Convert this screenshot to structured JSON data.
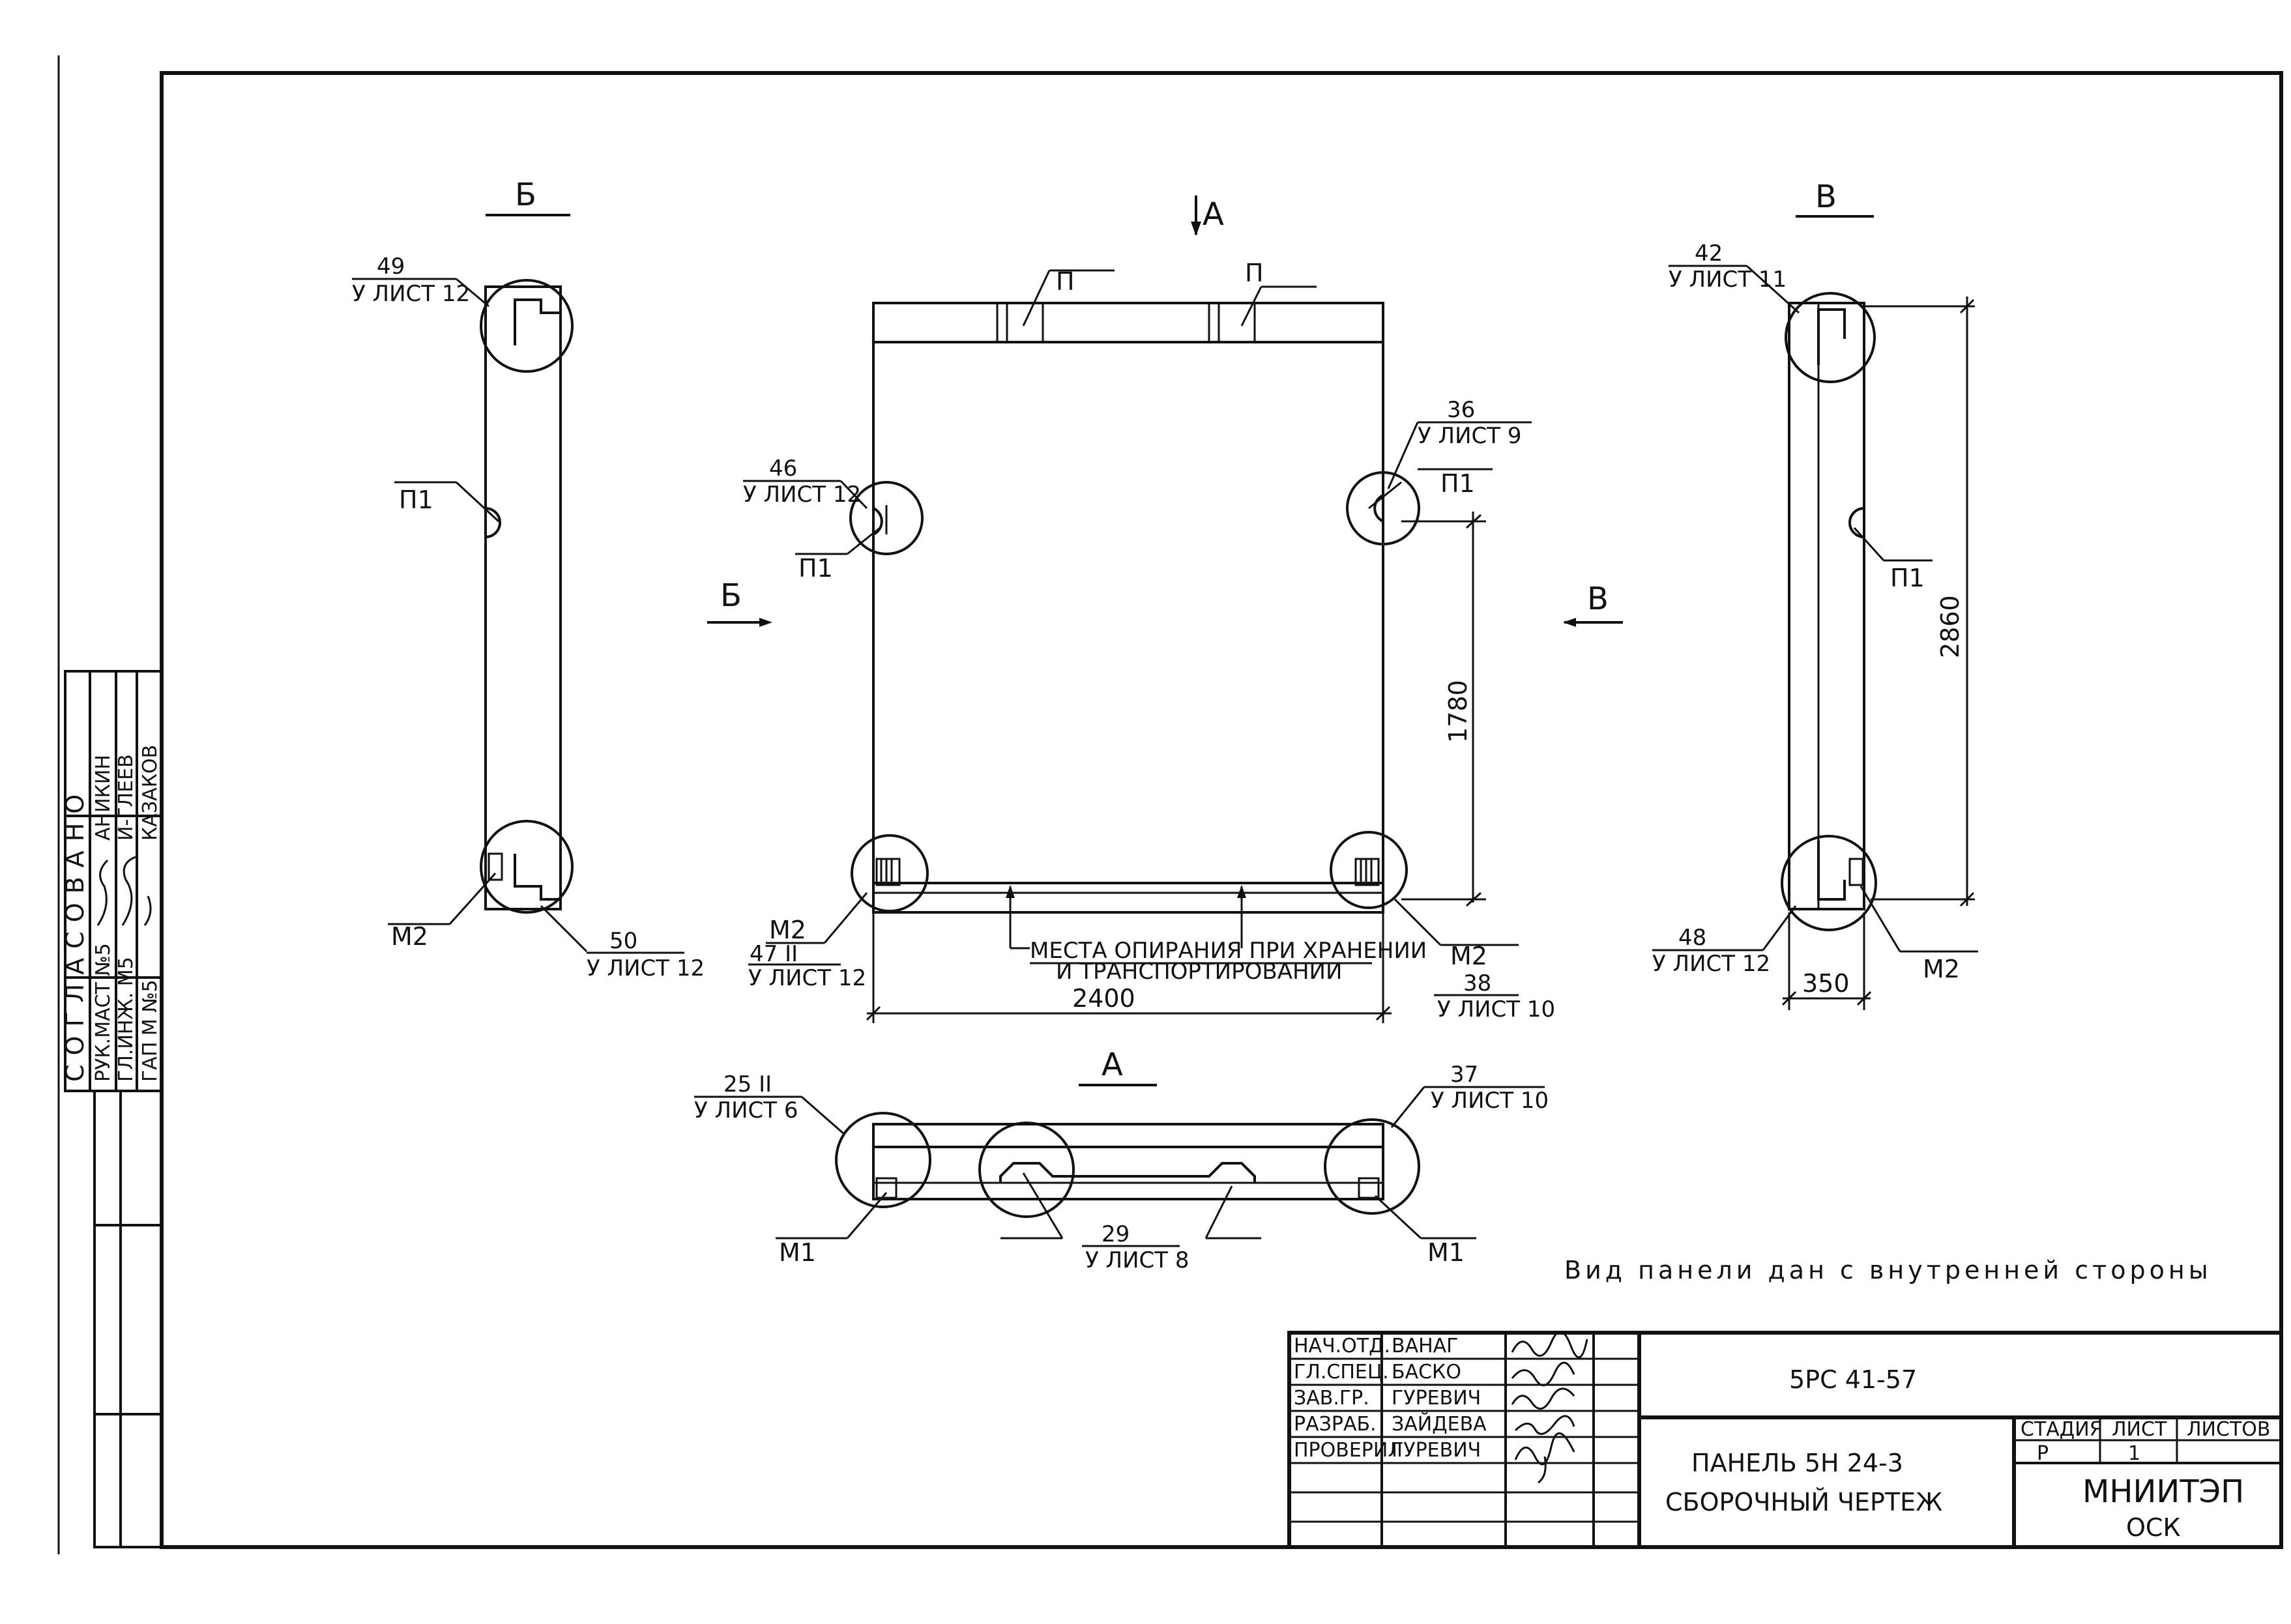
{
  "views": {
    "b": {
      "title": "Б"
    },
    "a": {
      "title": "А"
    },
    "v": {
      "title": "В"
    },
    "arrow_a": "А",
    "arrow_b": "Б",
    "arrow_v": "В"
  },
  "callouts": {
    "c49": {
      "num": "49",
      "sheet": "У ЛИСТ 12"
    },
    "c50": {
      "num": "50",
      "sheet": "У ЛИСТ 12"
    },
    "c46": {
      "num": "46",
      "sheet": "У ЛИСТ 12"
    },
    "c47": {
      "num": "47 II",
      "sheet": "У ЛИСТ 12"
    },
    "c36": {
      "num": "36",
      "sheet": "У ЛИСТ 9"
    },
    "c38": {
      "num": "38",
      "sheet": "У ЛИСТ 10"
    },
    "c42": {
      "num": "42",
      "sheet": "У ЛИСТ 11"
    },
    "c48": {
      "num": "48",
      "sheet": "У ЛИСТ 12"
    },
    "c25": {
      "num": "25 II",
      "sheet": "У ЛИСТ 6"
    },
    "c37": {
      "num": "37",
      "sheet": "У ЛИСТ 10"
    },
    "c29": {
      "num": "29",
      "sheet": "У ЛИСТ 8"
    }
  },
  "marks": {
    "p": "П",
    "p1": "П1",
    "m1": "М1",
    "m2": "М2"
  },
  "dimensions": {
    "width": "2400",
    "support_height": "1780",
    "height": "2860",
    "thickness": "350"
  },
  "notes": {
    "support_line1": "МЕСТА ОПИРАНИЯ ПРИ ХРАНЕНИИ",
    "support_line2": "И ТРАНСПОРТИРОВАНИИ",
    "view_note": "Вид панели дан с внутренней стороны"
  },
  "approval": {
    "title": "СОГЛАСОВАНО",
    "rows": [
      {
        "role": "РУК.МАСТ №5",
        "name": "АНИКИН"
      },
      {
        "role": "ГЛ.ИНЖ. М5",
        "name": "И-ГЛЕЕВ"
      },
      {
        "role": "ГАП М №5",
        "name": "КАЗАКОВ"
      }
    ]
  },
  "title_block": {
    "signatures": [
      {
        "role": "НАЧ.ОТД.",
        "name": "ВАНАГ"
      },
      {
        "role": "ГЛ.СПЕЦ.",
        "name": "БАСКО"
      },
      {
        "role": "ЗАВ.ГР.",
        "name": "ГУРЕВИЧ"
      },
      {
        "role": "РАЗРАБ.",
        "name": "ЗАЙДЕВА"
      },
      {
        "role": "ПРОВЕРИЛ",
        "name": "ГУРЕВИЧ"
      }
    ],
    "doc_code": "5РС 41-57",
    "name_line1": "ПАНЕЛЬ 5Н 24-3",
    "name_line2": "СБОРОЧНЫЙ ЧЕРТЕЖ",
    "stage_header": "СТАДИЯ",
    "sheet_header": "ЛИСТ",
    "sheets_header": "ЛИСТОВ",
    "stage": "Р",
    "sheet": "1",
    "org_line1": "МНИИТЭП",
    "org_line2": "ОСК"
  }
}
